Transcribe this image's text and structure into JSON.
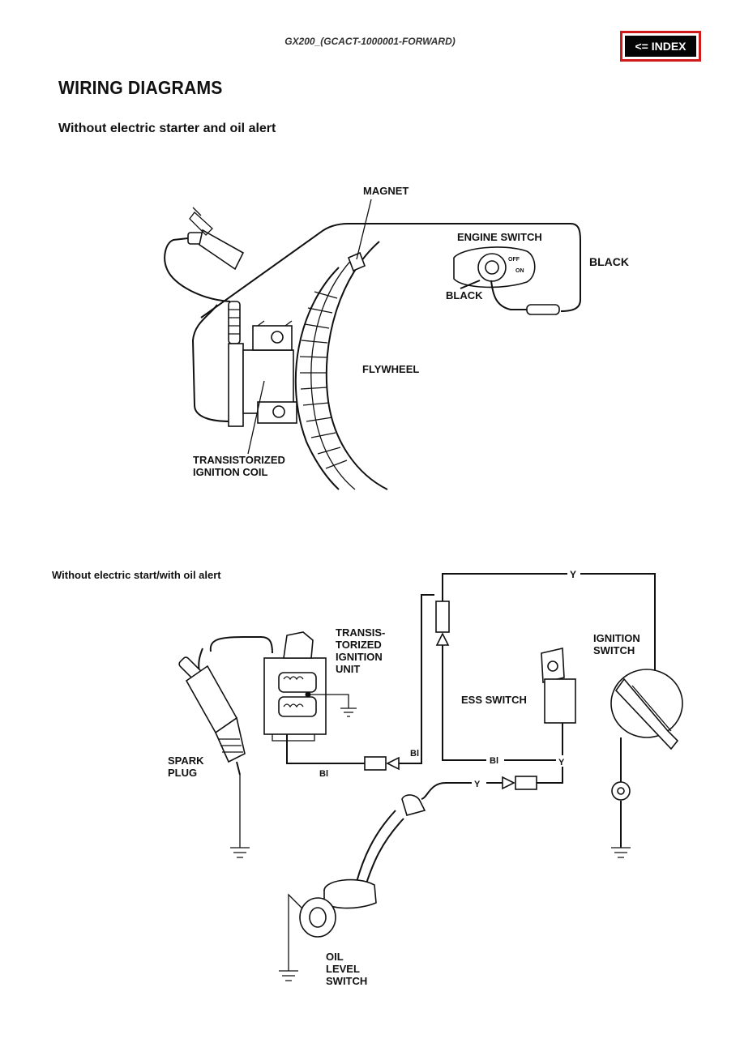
{
  "header": {
    "doc_code": "GX200_(GCACT-1000001-FORWARD)",
    "index_label": "<= INDEX"
  },
  "title": "WIRING DIAGRAMS",
  "section1": {
    "subtitle": "Without electric starter and oil alert",
    "labels": {
      "magnet": "MAGNET",
      "engine_switch": "ENGINE SWITCH",
      "black_right": "BLACK",
      "black_left": "BLACK",
      "flywheel": "FLYWHEEL",
      "coil_line1": "TRANSISTORIZED",
      "coil_line2": "IGNITION COIL",
      "switch_off": "OFF",
      "switch_on": "ON"
    }
  },
  "section2": {
    "subtitle": "Without electric start/with oil alert",
    "labels": {
      "unit_line1": "TRANSIS-",
      "unit_line2": "TORIZED",
      "unit_line3": "IGNITION",
      "unit_line4": "UNIT",
      "ignition_switch_line1": "IGNITION",
      "ignition_switch_line2": "SWITCH",
      "ess_switch": "ESS SWITCH",
      "spark_line1": "SPARK",
      "spark_line2": "PLUG",
      "oil_line1": "OIL",
      "oil_line2": "LEVEL",
      "oil_line3": "SWITCH",
      "wire_y_top": "Y",
      "wire_bl_conn": "Bl",
      "wire_bl_bottom": "Bl",
      "wire_bl_mid": "Bl",
      "wire_y_right": "Y",
      "wire_y_low": "Y"
    }
  }
}
